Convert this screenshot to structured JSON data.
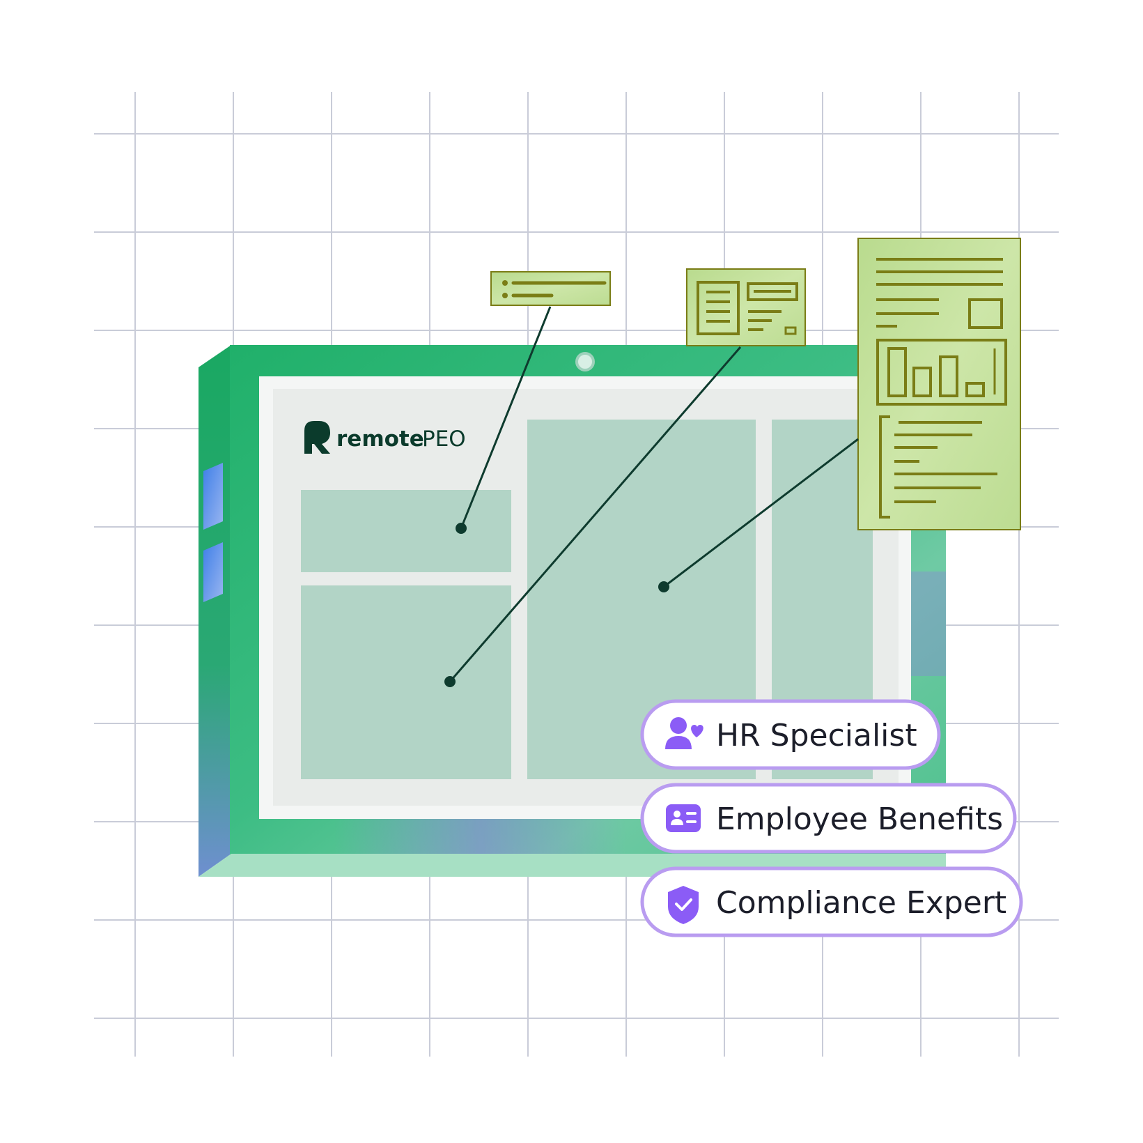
{
  "brand": {
    "name": "remote",
    "product": "PEO"
  },
  "pills": [
    {
      "icon": "hr-specialist-icon",
      "label": "HR Specialist"
    },
    {
      "icon": "employee-benefits-icon",
      "label": "Employee Benefits"
    },
    {
      "icon": "compliance-shield-icon",
      "label": "Compliance Expert"
    }
  ],
  "colors": {
    "grid": "#c9ccd8",
    "device_green": "#1fb36b",
    "device_green_light": "#5fc79a",
    "screen_bg": "#e9ecea",
    "panel": "#b2d4c6",
    "card_green": "#c3e09a",
    "card_ink": "#7a7d16",
    "connector": "#0e3b2e",
    "pill_border": "#b99cf0",
    "pill_icon": "#8b5cf6",
    "brand_ink": "#0b3b2c"
  }
}
